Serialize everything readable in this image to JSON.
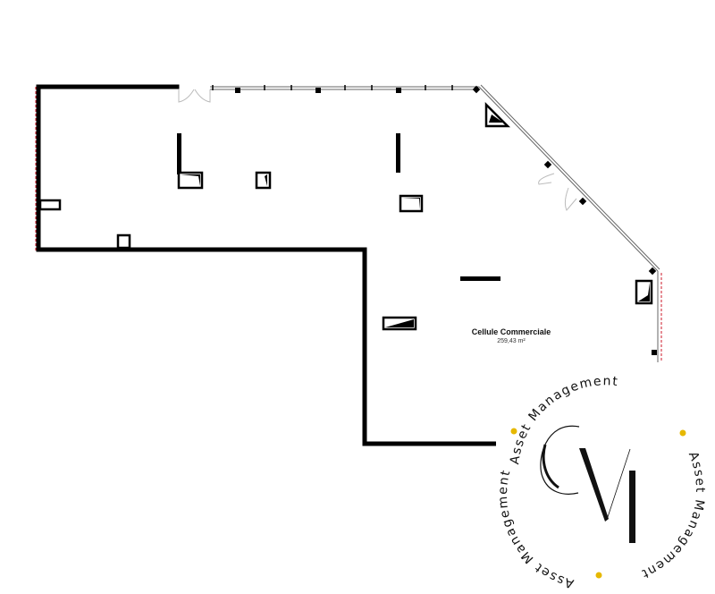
{
  "room": {
    "name": "Cellule Commerciale",
    "area": "259,43 m²"
  },
  "logo": {
    "monogram": "CVI",
    "ring_text": "Asset Management",
    "accent_color": "#e6b800"
  },
  "colors": {
    "wall": "#000000",
    "glazing": "#777777",
    "boundary_dash": "#cc1a2a",
    "door_arc": "#bbbbbb"
  }
}
